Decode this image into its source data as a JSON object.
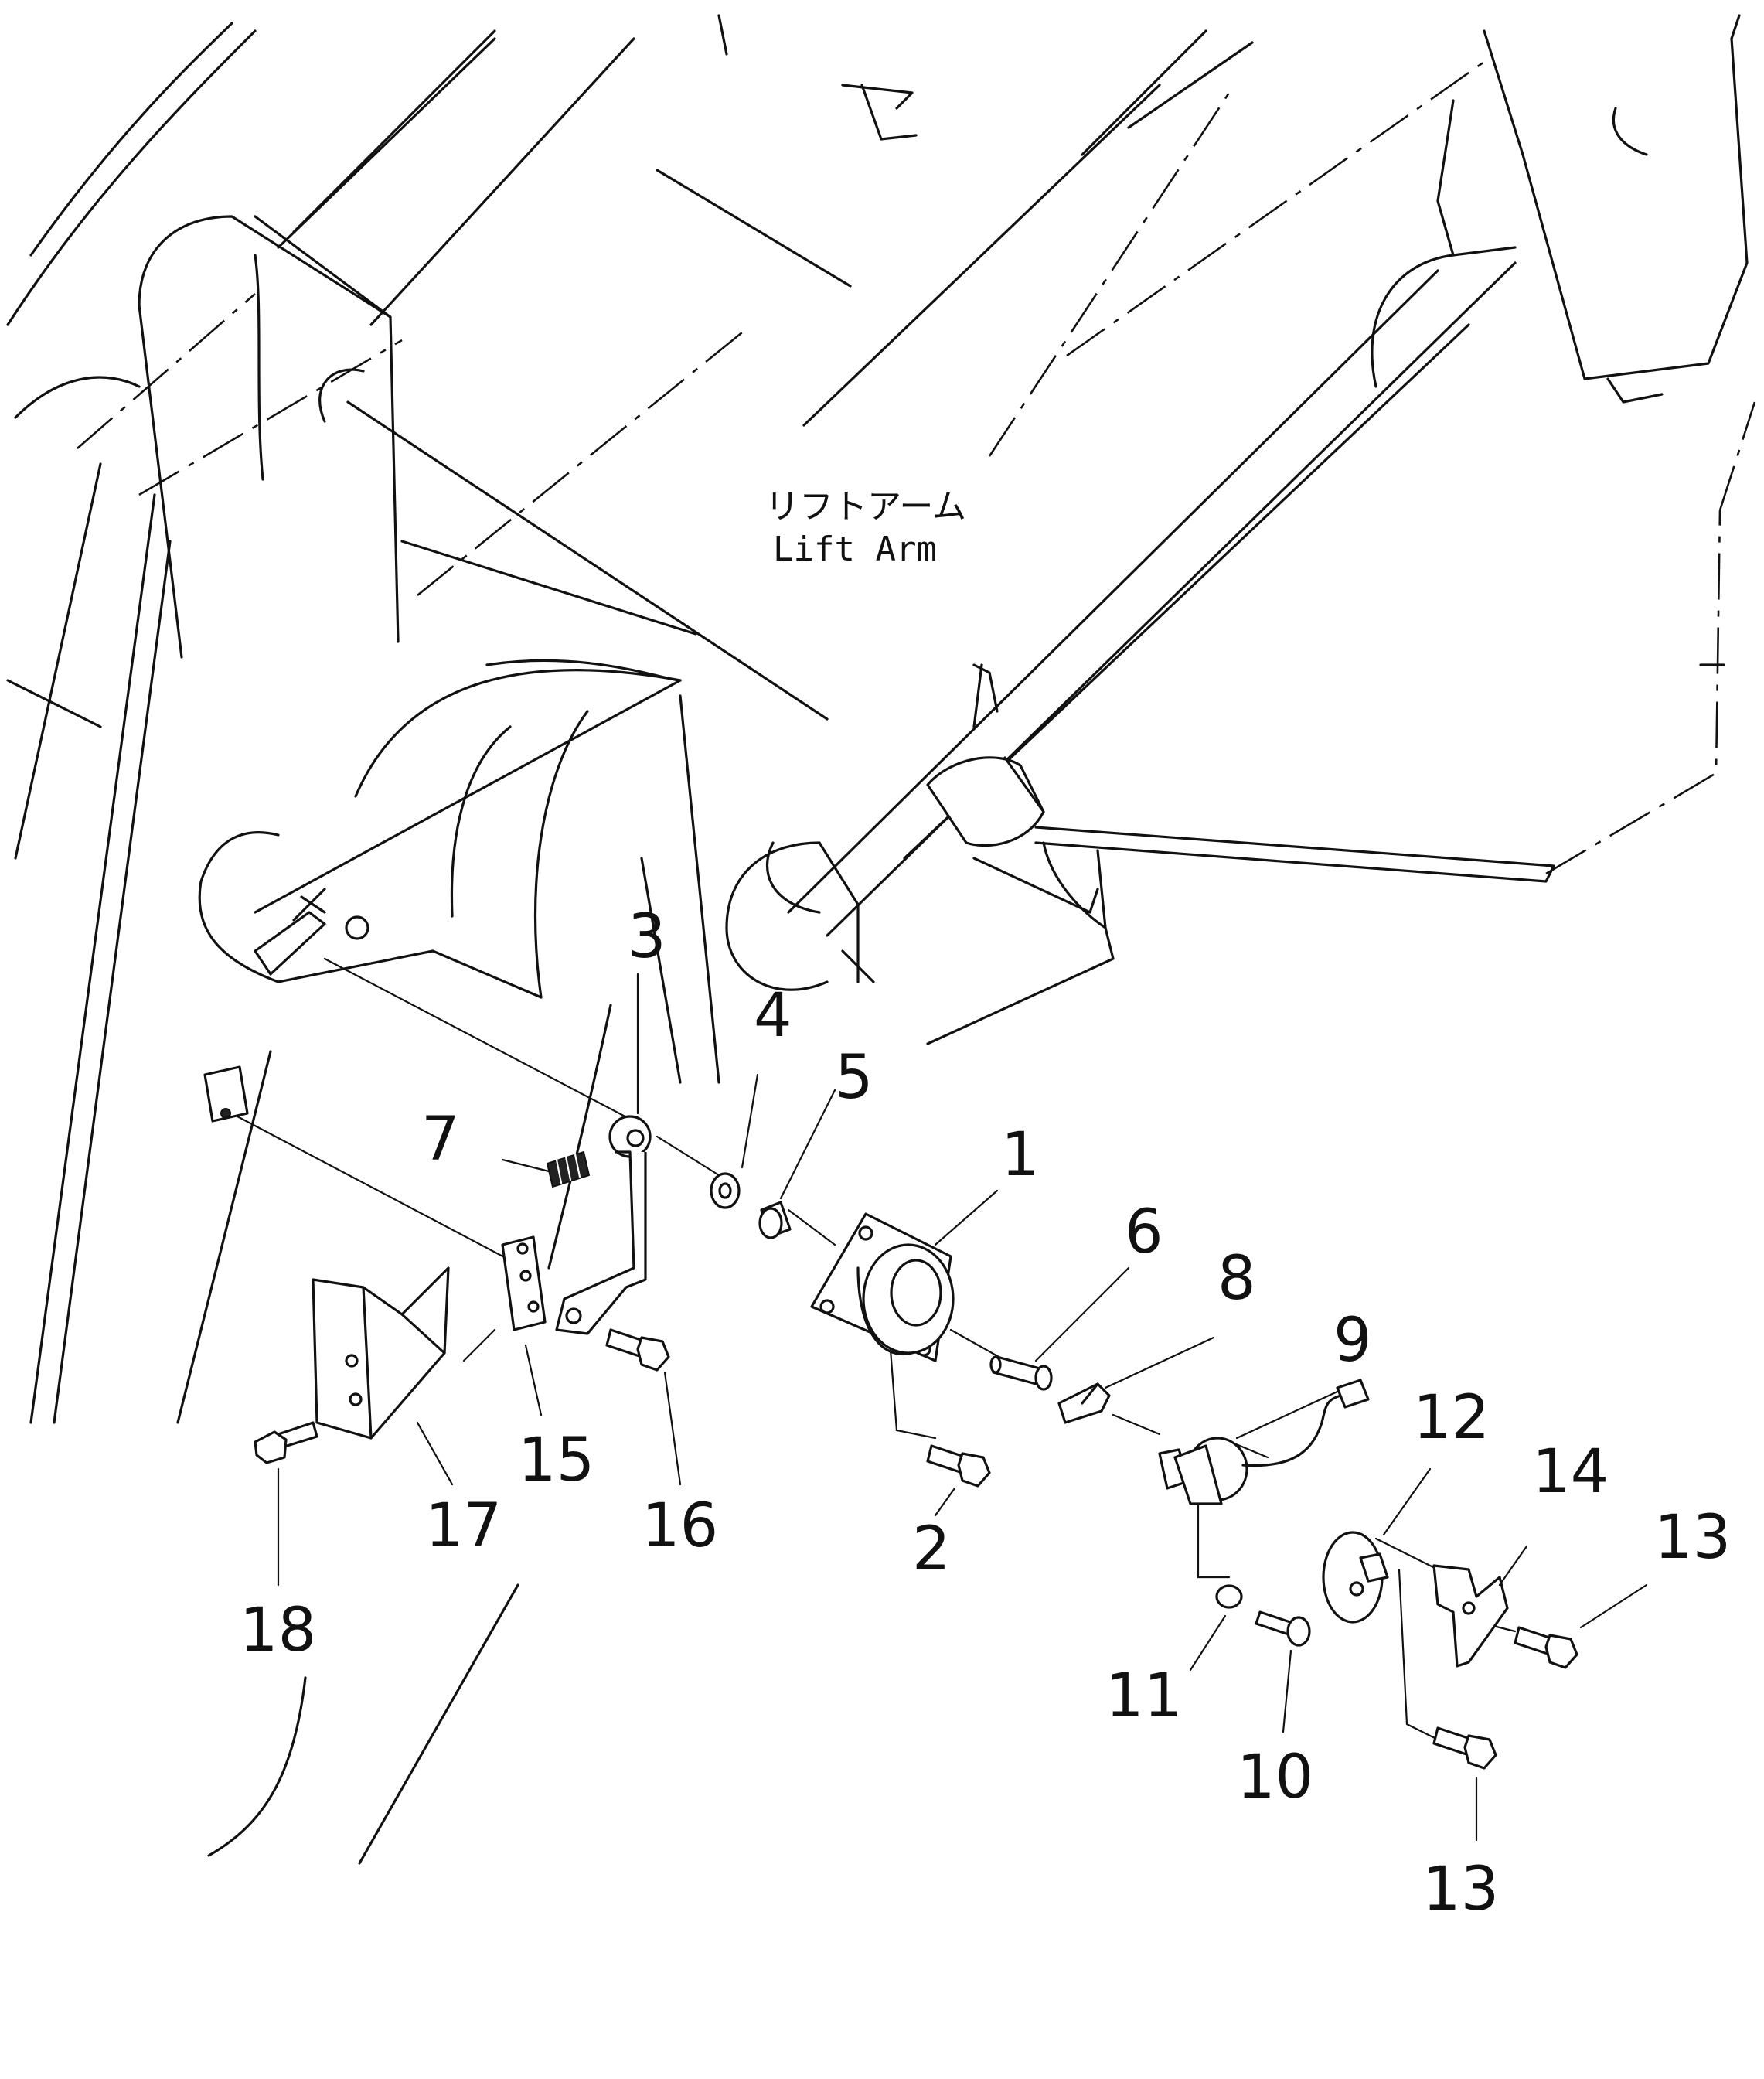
{
  "caption": {
    "japanese": "リフトアーム",
    "english": "Lift Arm"
  },
  "callouts": [
    "1",
    "2",
    "3",
    "4",
    "5",
    "6",
    "7",
    "8",
    "9",
    "10",
    "11",
    "12",
    "13",
    "13",
    "14",
    "15",
    "16",
    "17",
    "18"
  ]
}
